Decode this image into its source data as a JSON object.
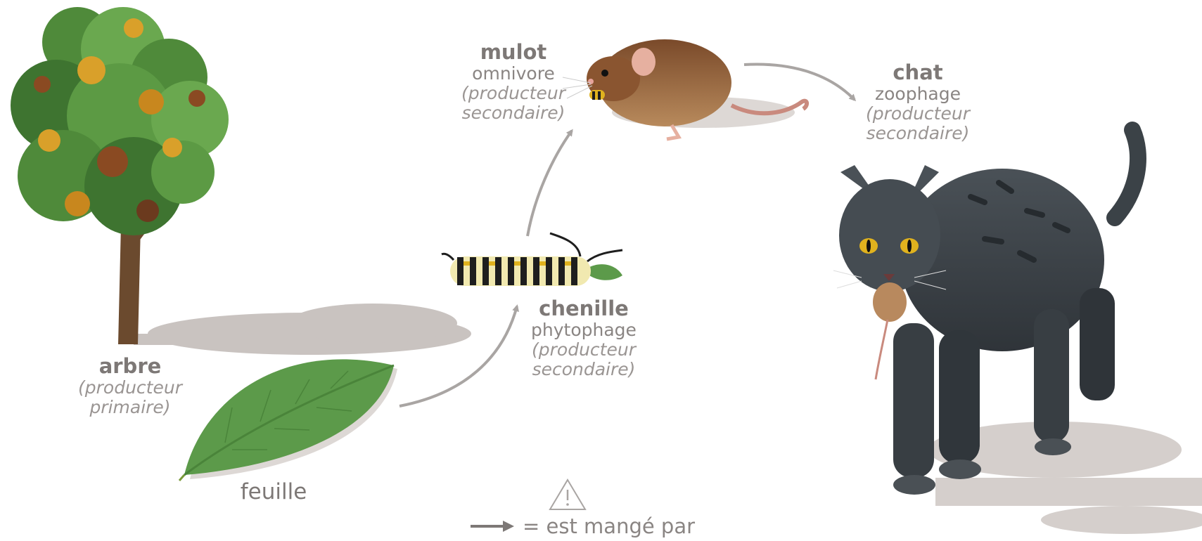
{
  "organisms": {
    "arbre": {
      "name": "arbre",
      "role": "",
      "level_line1": "(producteur",
      "level_line2": "primaire)"
    },
    "feuille": {
      "name": "feuille"
    },
    "chenille": {
      "name": "chenille",
      "role": "phytophage",
      "level_line1": "(producteur",
      "level_line2": "secondaire)"
    },
    "mulot": {
      "name": "mulot",
      "role": "omnivore",
      "level_line1": "(producteur",
      "level_line2": "secondaire)"
    },
    "chat": {
      "name": "chat",
      "role": "zoophage",
      "level_line1": "(producteur",
      "level_line2": "secondaire)"
    }
  },
  "food_chain": [
    "feuille",
    "chenille",
    "mulot",
    "chat"
  ],
  "legend": {
    "text": "= est mangé par"
  },
  "colors": {
    "arrow": "#a9a5a3",
    "label": "#8a8583",
    "shadow": "#c9c3c0",
    "leaf": "#5c9a4a"
  }
}
